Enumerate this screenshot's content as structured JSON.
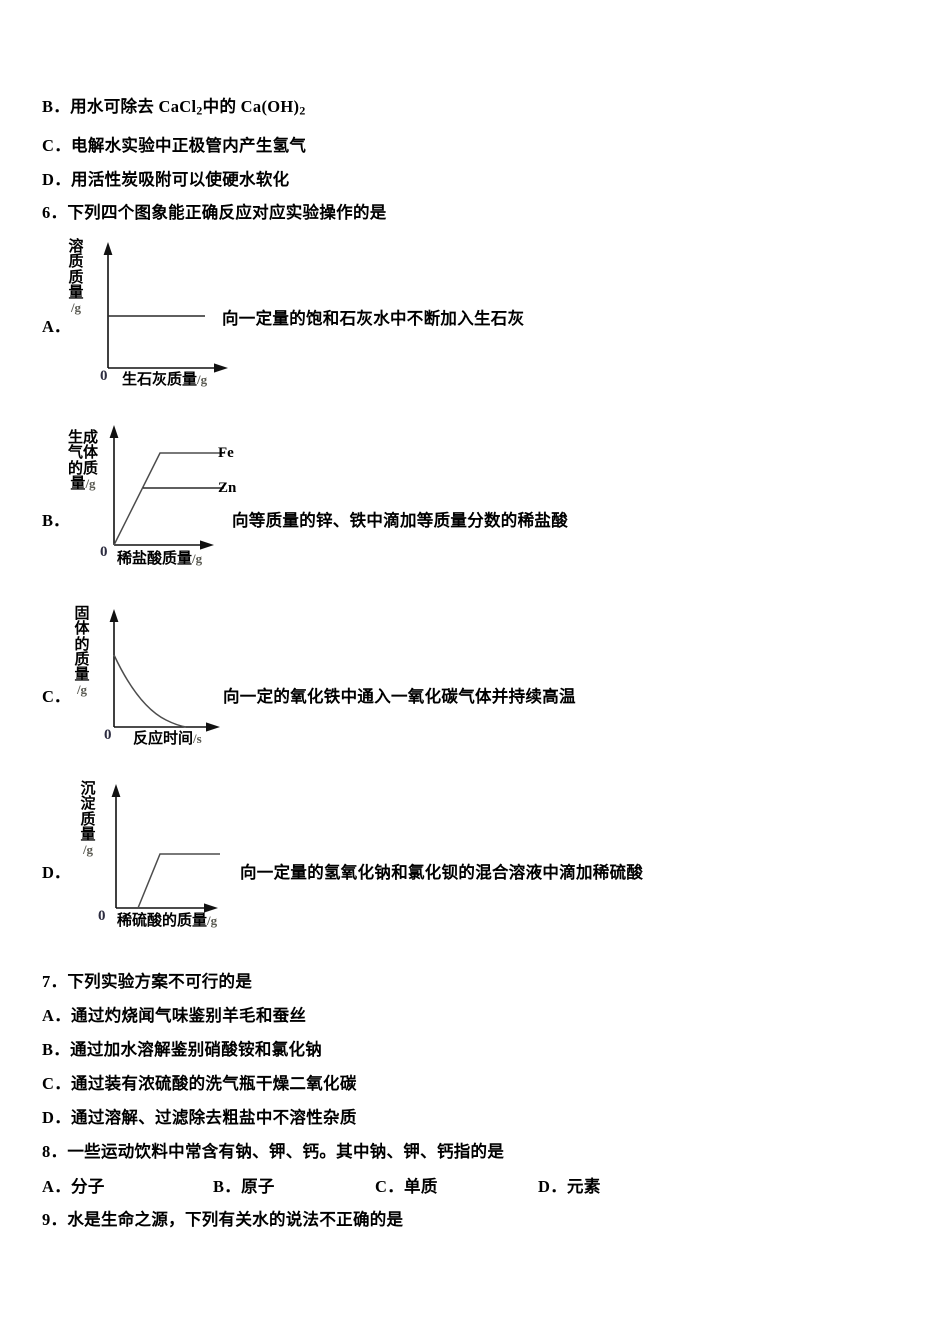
{
  "document": {
    "subject_hint": "chemistry-multiple-choice"
  },
  "top_options": [
    {
      "letter": "B．",
      "text_before": "用水可除去 CaCl",
      "sub1": "2",
      "text_mid": "中的 Ca(OH)",
      "sub2": "2"
    },
    {
      "letter": "C．",
      "text": "电解水实验中正极管内产生氢气"
    },
    {
      "letter": "D．",
      "text": "用活性炭吸附可以使硬水软化"
    }
  ],
  "question6": {
    "number": "6．",
    "stem": "下列四个图象能正确反应对应实验操作的是",
    "options": [
      {
        "letter": "A．",
        "description": "向一定量的饱和石灰水中不断加入生石灰",
        "chart": {
          "y_label_chars": [
            "溶",
            "质",
            "质",
            "量"
          ],
          "y_label_unit": "/g",
          "x_label": "生石灰质量",
          "x_label_unit": "/g",
          "origin_label": "0"
        }
      },
      {
        "letter": "B．",
        "description": "向等质量的锌、铁中滴加等质量分数的稀盐酸",
        "chart": {
          "y_label_rows": [
            "生成",
            "气体",
            "的质",
            "量"
          ],
          "y_label_unit": "/g",
          "x_label": "稀盐酸质量",
          "x_label_unit": "/g",
          "origin_label": "0",
          "series": [
            {
              "name": "Fe",
              "plateau_level": "high"
            },
            {
              "name": "Zn",
              "plateau_level": "low"
            }
          ]
        }
      },
      {
        "letter": "C．",
        "description": "向一定的氧化铁中通入一氧化碳气体并持续高温",
        "chart": {
          "y_label_chars": [
            "固",
            "体",
            "的",
            "质",
            "量"
          ],
          "y_label_unit": "/g",
          "x_label": "反应时间",
          "x_label_unit": "/s",
          "origin_label": "0"
        }
      },
      {
        "letter": "D．",
        "description": "向一定量的氢氧化钠和氯化钡的混合溶液中滴加稀硫酸",
        "chart": {
          "y_label_chars": [
            "沉",
            "淀",
            "质",
            "量"
          ],
          "y_label_unit": "/g",
          "x_label": "稀硫酸的质量",
          "x_label_unit": "/g",
          "origin_label": "0"
        }
      }
    ]
  },
  "question7": {
    "number": "7．",
    "stem": "下列实验方案不可行的是",
    "options": [
      {
        "letter": "A．",
        "text": "通过灼烧闻气味鉴别羊毛和蚕丝"
      },
      {
        "letter": "B．",
        "text": "通过加水溶解鉴别硝酸铵和氯化钠"
      },
      {
        "letter": "C．",
        "text": "通过装有浓硫酸的洗气瓶干燥二氧化碳"
      },
      {
        "letter": "D．",
        "text": "通过溶解、过滤除去粗盐中不溶性杂质"
      }
    ]
  },
  "question8": {
    "number": "8．",
    "stem": "一些运动饮料中常含有钠、钾、钙。其中钠、钾、钙指的是",
    "options": [
      {
        "letter": "A．",
        "text": "分子"
      },
      {
        "letter": "B．",
        "text": "原子"
      },
      {
        "letter": "C．",
        "text": "单质"
      },
      {
        "letter": "D．",
        "text": "元素"
      }
    ]
  },
  "question9": {
    "number": "9．",
    "stem": "水是生命之源，下列有关水的说法不正确的是"
  },
  "chart_data": [
    {
      "type": "line",
      "id": "chart-a",
      "title": "向一定量的饱和石灰水中不断加入生石灰",
      "xlabel": "生石灰质量/g",
      "ylabel": "溶质质量/g",
      "grid": false,
      "legend": "none",
      "xlim": [
        0,
        10
      ],
      "ylim": [
        0,
        10
      ],
      "series": [
        {
          "name": "溶质质量",
          "x": [
            0,
            6.5
          ],
          "y": [
            4.0,
            4.0
          ]
        }
      ],
      "shape": "constant-horizontal"
    },
    {
      "type": "line",
      "id": "chart-b",
      "title": "向等质量的锌、铁中滴加等质量分数的稀盐酸",
      "xlabel": "稀盐酸质量/g",
      "ylabel": "生成气体的质量/g",
      "grid": false,
      "legend": "right-of-line-ends",
      "xlim": [
        0,
        10
      ],
      "ylim": [
        0,
        10
      ],
      "series": [
        {
          "name": "Fe",
          "x": [
            0,
            2.6,
            7.2
          ],
          "y": [
            0,
            7.6,
            7.6
          ]
        },
        {
          "name": "Zn",
          "x": [
            0,
            1.7,
            7.2
          ],
          "y": [
            0,
            5.0,
            5.0
          ]
        }
      ],
      "shape": "rise-then-plateau"
    },
    {
      "type": "line",
      "id": "chart-c",
      "title": "向一定的氧化铁中通入一氧化碳气体并持续高温",
      "xlabel": "反应时间/s",
      "ylabel": "固体的质量/g",
      "grid": false,
      "legend": "none",
      "xlim": [
        0,
        10
      ],
      "ylim": [
        0,
        10
      ],
      "series": [
        {
          "name": "固体质量",
          "x": [
            0,
            1.2,
            2.6,
            4.2,
            5.6,
            6.6
          ],
          "y": [
            7.4,
            5.2,
            3.3,
            1.8,
            0.7,
            0.0
          ]
        }
      ],
      "shape": "exponential-decay-to-zero"
    },
    {
      "type": "line",
      "id": "chart-d",
      "title": "向一定量的氢氧化钠和氯化钡的混合溶液中滴加稀硫酸",
      "xlabel": "稀硫酸的质量/g",
      "ylabel": "沉淀质量/g",
      "grid": false,
      "legend": "none",
      "xlim": [
        0,
        10
      ],
      "ylim": [
        0,
        10
      ],
      "series": [
        {
          "name": "沉淀质量",
          "x": [
            0,
            1.3,
            2.6,
            6.4
          ],
          "y": [
            0,
            0,
            5.1,
            5.1
          ]
        }
      ],
      "shape": "delay-then-rise-then-plateau"
    }
  ]
}
